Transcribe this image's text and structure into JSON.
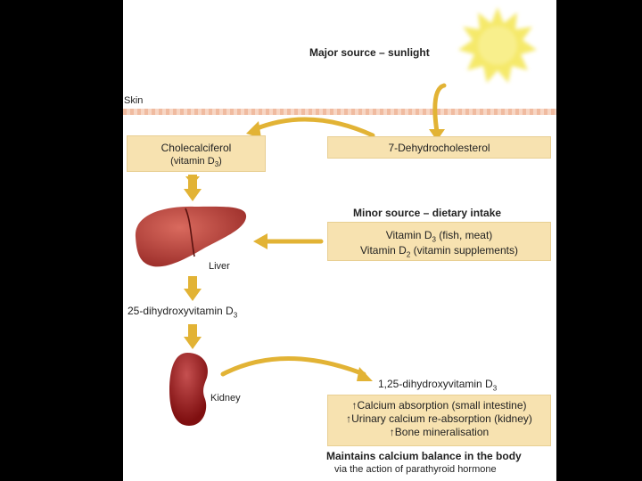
{
  "sun": {
    "label": "Major source – sunlight"
  },
  "skin": {
    "label": "Skin"
  },
  "chole": {
    "line1": "Cholecalciferol",
    "line2_pre": "(vitamin D",
    "line2_sub": "3",
    "line2_post": ")"
  },
  "dehydro": {
    "label": "7-Dehydrocholesterol"
  },
  "minor": {
    "title": "Minor source – dietary intake",
    "line1_pre": "Vitamin D",
    "line1_sub": "3",
    "line1_post": " (fish, meat)",
    "line2_pre": "Vitamin D",
    "line2_sub": "2",
    "line2_post": " (vitamin supplements)"
  },
  "liver": {
    "label": "Liver"
  },
  "hydroxy25": {
    "pre": "25-dihydroxyvitamin D",
    "sub": "3"
  },
  "kidney": {
    "label": "Kidney"
  },
  "hydroxy125": {
    "pre": "1,25-dihydroxyvitamin D",
    "sub": "3"
  },
  "effects": {
    "items": [
      "Calcium absorption (small intestine)",
      "Urinary calcium re-absorption (kidney)",
      "Bone mineralisation"
    ],
    "arrow": "↑"
  },
  "summary": {
    "title": "Maintains calcium balance in the body",
    "subtitle": "via the action of parathyroid hormone"
  },
  "colors": {
    "box": "#f7e2b0",
    "arrow": "#e2b335",
    "liver": "#b23a34",
    "kidney": "#8e1414",
    "sun": "#f5e96a"
  }
}
